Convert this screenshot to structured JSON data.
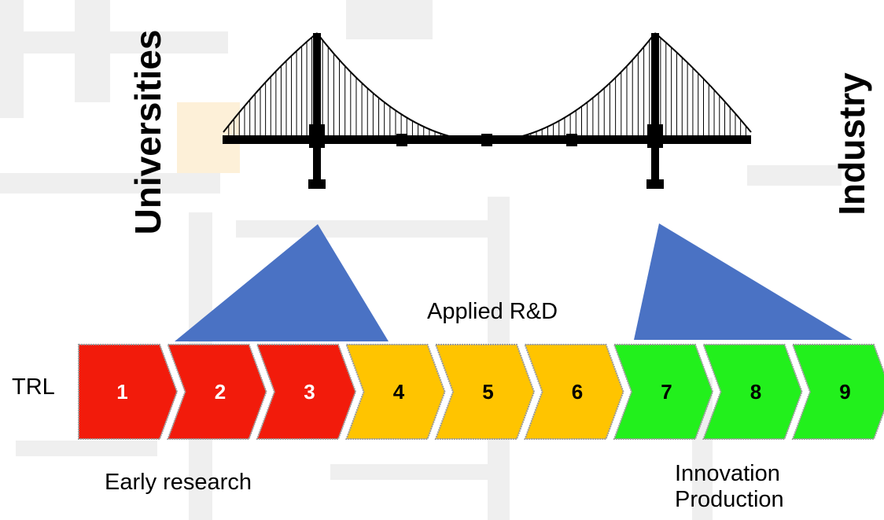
{
  "labels": {
    "left_party": "Universities",
    "right_party": "Industry",
    "scale": "TRL",
    "middle_phase": "Applied R&D",
    "early_phase": "Early research",
    "late_phase_line1": "Innovation",
    "late_phase_line2": "Production"
  },
  "trl_levels": [
    {
      "level": "1",
      "color": "#f21b0b",
      "text_color": "#ffffff"
    },
    {
      "level": "2",
      "color": "#f21b0b",
      "text_color": "#ffffff"
    },
    {
      "level": "3",
      "color": "#f21b0b",
      "text_color": "#ffffff"
    },
    {
      "level": "4",
      "color": "#ffc400",
      "text_color": "#000000"
    },
    {
      "level": "5",
      "color": "#ffc400",
      "text_color": "#000000"
    },
    {
      "level": "6",
      "color": "#ffc400",
      "text_color": "#000000"
    },
    {
      "level": "7",
      "color": "#22f01c",
      "text_color": "#000000"
    },
    {
      "level": "8",
      "color": "#22f01c",
      "text_color": "#000000"
    },
    {
      "level": "9",
      "color": "#22f01c",
      "text_color": "#000000"
    }
  ],
  "colors": {
    "triangle": "#4a72c4",
    "bridge": "#000000"
  }
}
